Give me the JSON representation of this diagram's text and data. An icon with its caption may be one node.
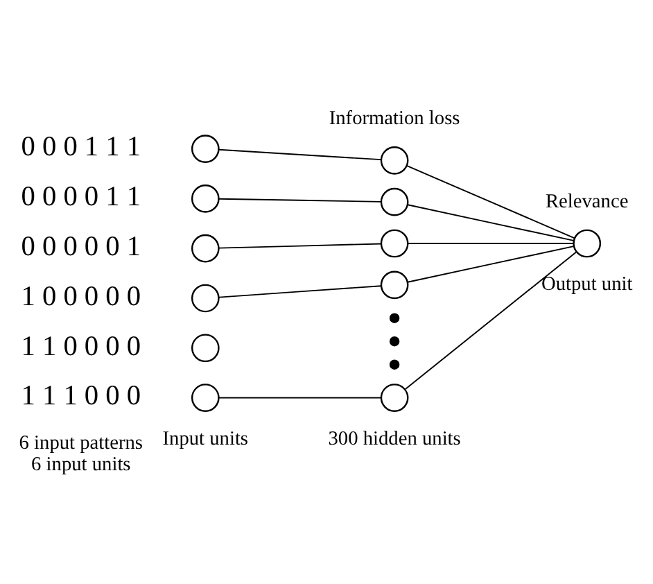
{
  "diagram": {
    "nodes": [
      {
        "text": [],
        "shape": "circle",
        "beside": [
          "0 0 0 1 1 1"
        ]
      },
      {
        "text": [],
        "shape": "circle",
        "beside": [
          "0 0 0 0 1 1"
        ]
      },
      {
        "text": [],
        "shape": "circle",
        "beside": [
          "0 0 0 0 0 1"
        ]
      },
      {
        "text": [],
        "shape": "circle",
        "beside": [
          "1 0 0 0 0 0"
        ]
      },
      {
        "text": [],
        "shape": "circle",
        "beside": [
          "1 1 0 0 0 0"
        ]
      },
      {
        "text": [],
        "shape": "circle",
        "beside": [
          "1 1 1 0 0 0"
        ]
      },
      {
        "text": [],
        "shape": "circle"
      },
      {
        "text": [],
        "shape": "circle"
      },
      {
        "text": [],
        "shape": "circle"
      },
      {
        "text": [],
        "shape": "circle"
      },
      {
        "text": [],
        "shape": "circle",
        "beside": [
          "300 hidden units"
        ]
      },
      {
        "text": [],
        "shape": "circle",
        "beside": [
          "Relevance",
          "Output unit"
        ]
      }
    ],
    "edges": [
      {
        "from": 0,
        "to": 6,
        "arrow": "none"
      },
      {
        "from": 1,
        "to": 7,
        "arrow": "none"
      },
      {
        "from": 2,
        "to": 8,
        "arrow": "none"
      },
      {
        "from": 3,
        "to": 9,
        "arrow": "none"
      },
      {
        "from": 5,
        "to": 10,
        "arrow": "none"
      },
      {
        "from": 6,
        "to": 11,
        "arrow": "none"
      },
      {
        "from": 7,
        "to": 11,
        "arrow": "none"
      },
      {
        "from": 8,
        "to": 11,
        "arrow": "none"
      },
      {
        "from": 9,
        "to": 11,
        "arrow": "none"
      },
      {
        "from": 10,
        "to": 11,
        "arrow": "none"
      }
    ],
    "labels": [
      "Information loss",
      "6 input patterns 6 input units",
      "Input units"
    ]
  }
}
